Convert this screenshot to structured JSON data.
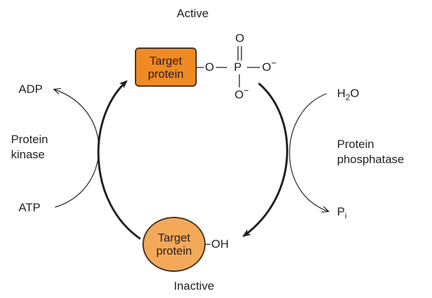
{
  "colors": {
    "active_fill": "#f08a24",
    "inactive_fill": "#f4a95a",
    "outline": "#4a3526",
    "arrow": "#231f20"
  },
  "labels": {
    "active": "Active",
    "inactive": "Inactive",
    "adp": "ADP",
    "atp": "ATP",
    "kinase_line1": "Protein",
    "kinase_line2": "kinase",
    "water_main": "H",
    "water_sub": "2",
    "water_tail": "O",
    "phosphatase_line1": "Protein",
    "phosphatase_line2": "phosphatase",
    "pi_main": "P",
    "pi_sub": "i"
  },
  "active_state": {
    "name": "Target protein",
    "line1": "Target",
    "line2": "protein",
    "phosphate": {
      "o_bridge": "O",
      "p": "P",
      "o_top": "O",
      "o_right": "O",
      "o_right_charge": "−",
      "o_bottom": "O",
      "o_bottom_charge": "−"
    }
  },
  "inactive_state": {
    "name": "Target protein",
    "line1": "Target",
    "line2": "protein",
    "group": "OH"
  }
}
